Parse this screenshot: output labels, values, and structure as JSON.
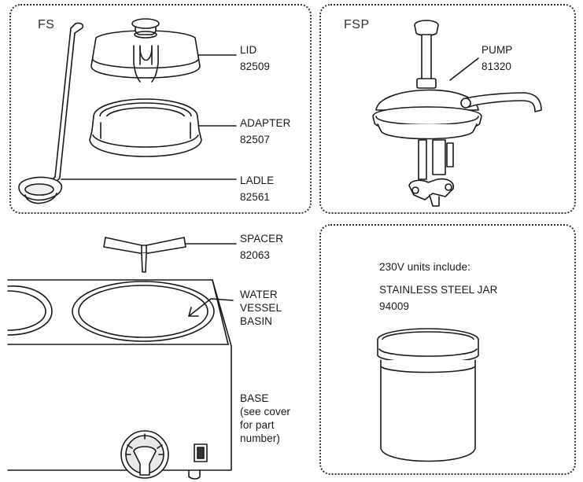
{
  "panels": {
    "fs": {
      "tag": "FS"
    },
    "fsp": {
      "tag": "FSP"
    }
  },
  "labels": {
    "lid": {
      "name": "LID",
      "part": "82509"
    },
    "adapter": {
      "name": "ADAPTER",
      "part": "82507"
    },
    "ladle": {
      "name": "LADLE",
      "part": "82561"
    },
    "pump": {
      "name": "PUMP",
      "part": "81320"
    },
    "spacer": {
      "name": "SPACER",
      "part": "82063"
    },
    "water_vessel": {
      "line1": "WATER",
      "line2": "VESSEL",
      "line3": "BASIN"
    },
    "base": {
      "line1": "BASE",
      "line2": "(see cover",
      "line3": "for part",
      "line4": "number)"
    },
    "jar_intro": "230V units include:",
    "jar": {
      "name": "STAINLESS STEEL JAR",
      "part": "94009"
    }
  },
  "colors": {
    "line": "#1a1a1a",
    "fill": "#ffffff",
    "shade": "#e9e9e9",
    "border": "#333333"
  }
}
